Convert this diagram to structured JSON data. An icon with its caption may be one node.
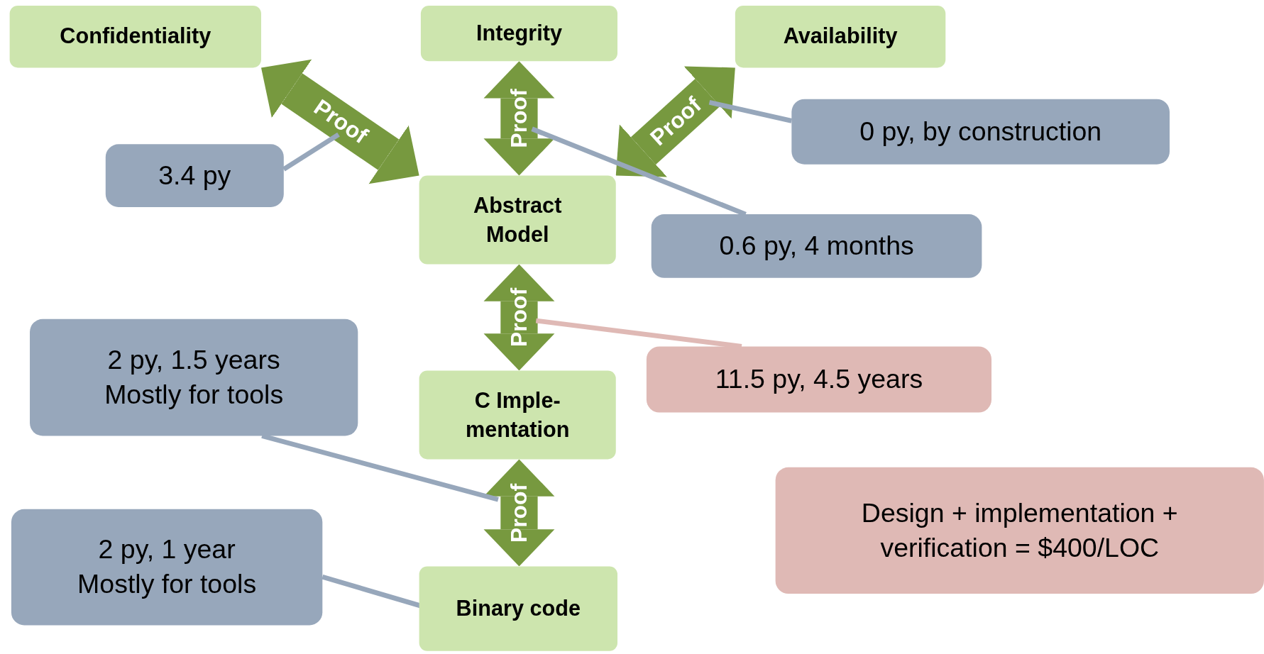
{
  "diagram": {
    "nodes": [
      {
        "text": [
          "Confidentiality"
        ]
      },
      {
        "text": [
          "Integrity"
        ]
      },
      {
        "text": [
          "Availability"
        ]
      },
      {
        "text": [
          "Abstract Model"
        ]
      },
      {
        "text": [
          "C Imple-mentation"
        ]
      },
      {
        "text": [
          "Binary code"
        ]
      },
      {
        "text": [
          "3.4 py"
        ]
      },
      {
        "text": [
          "0 py, by construction"
        ]
      },
      {
        "text": [
          "0.6 py, 4 months"
        ]
      },
      {
        "text": [
          "2 py, 1.5 years Mostly for tools"
        ]
      },
      {
        "text": [
          "11.5 py, 4.5 years"
        ]
      },
      {
        "text": [
          "2 py, 1 year Mostly for tools"
        ]
      },
      {
        "text": [
          "Design + implementation + verification = $400/LOC"
        ]
      }
    ],
    "edges": [
      {
        "from": 0,
        "to": 3,
        "arrow": "both",
        "label": "Proof",
        "style": "thick"
      },
      {
        "from": 1,
        "to": 3,
        "arrow": "both",
        "label": "Proof",
        "style": "thick"
      },
      {
        "from": 2,
        "to": 3,
        "arrow": "both",
        "label": "Proof",
        "style": "thick"
      },
      {
        "from": 3,
        "to": 4,
        "arrow": "both",
        "label": "Proof",
        "style": "thick"
      },
      {
        "from": 4,
        "to": 5,
        "arrow": "both",
        "label": "Proof",
        "style": "thick"
      },
      {
        "from": 6,
        "to": null,
        "arrow": "none",
        "color": "#97a7bb"
      },
      {
        "from": 7,
        "to": null,
        "arrow": "none",
        "color": "#97a7bb"
      },
      {
        "from": 8,
        "to": null,
        "arrow": "none",
        "color": "#97a7bb"
      },
      {
        "from": 10,
        "to": null,
        "arrow": "none",
        "color": "#dfb9b5"
      },
      {
        "from": 9,
        "to": null,
        "arrow": "none",
        "color": "#97a7bb"
      },
      {
        "from": 11,
        "to": 5,
        "arrow": "none",
        "color": "#97a7bb"
      }
    ]
  }
}
